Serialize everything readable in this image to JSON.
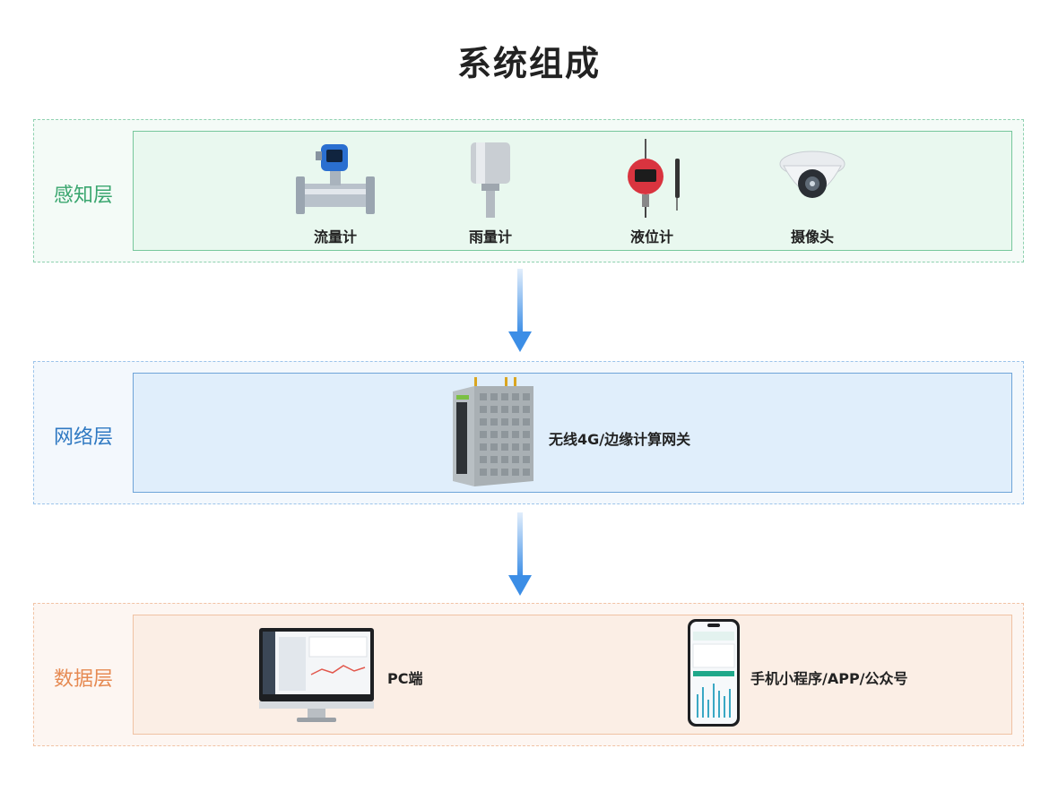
{
  "title": "系统组成",
  "layers": {
    "sensing": {
      "name": "感知层",
      "devices": [
        {
          "label": "流量计",
          "icon": "flowmeter-icon"
        },
        {
          "label": "雨量计",
          "icon": "rain-gauge-icon"
        },
        {
          "label": "液位计",
          "icon": "level-meter-icon"
        },
        {
          "label": "摄像头",
          "icon": "camera-icon"
        }
      ]
    },
    "network": {
      "name": "网络层",
      "device_label": "无线4G/边缘计算网关",
      "icon": "gateway-icon"
    },
    "data": {
      "name": "数据层",
      "pc_label": "PC端",
      "mobile_label": "手机小程序/APP/公众号"
    }
  },
  "colors": {
    "sensing": "#3aa66f",
    "network": "#2f79c2",
    "data": "#e68a52",
    "arrow": "#3c8ee6"
  }
}
